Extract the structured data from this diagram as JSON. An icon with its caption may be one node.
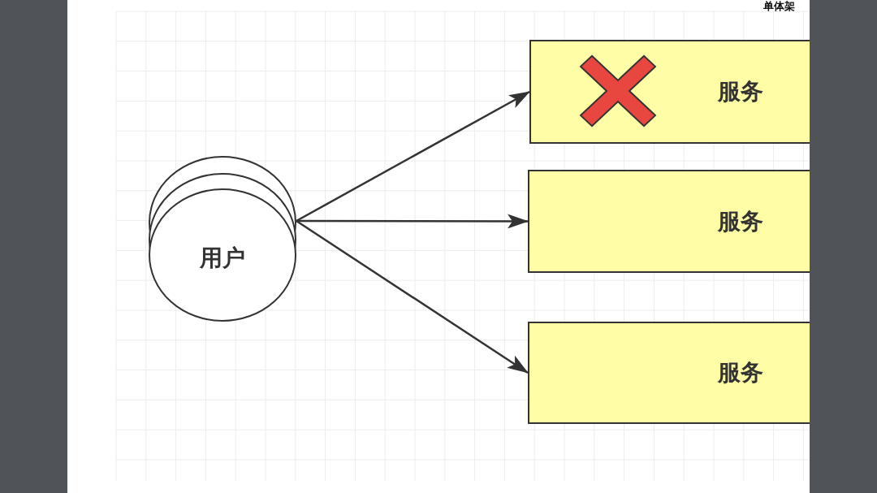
{
  "diagram": {
    "title": "单体架",
    "nodes": [
      {
        "text": [
          "用户"
        ]
      },
      {
        "text": [
          "服务"
        ]
      },
      {
        "text": [
          "服务"
        ]
      },
      {
        "text": [
          "服务"
        ]
      }
    ],
    "edges": [
      {
        "from": 0,
        "to": 1,
        "arrow": "to"
      },
      {
        "from": 0,
        "to": 2,
        "arrow": "to"
      },
      {
        "from": 0,
        "to": 3,
        "arrow": "to"
      }
    ]
  }
}
